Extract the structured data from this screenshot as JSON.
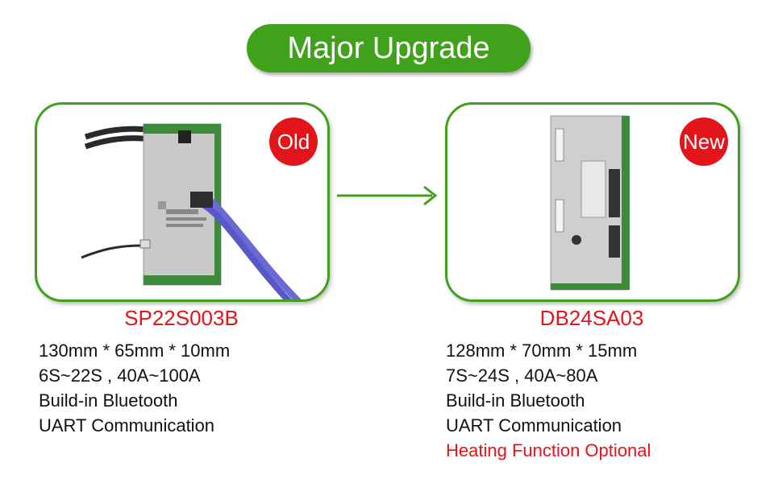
{
  "banner": {
    "label": "Major Upgrade"
  },
  "colors": {
    "green": "#3fa21a",
    "red": "#e3141a"
  },
  "old": {
    "badge": "Old",
    "model": "SP22S003B",
    "specs": [
      "130mm * 65mm * 10mm",
      "6S~22S , 40A~100A",
      "Build-in Bluetooth",
      "UART Communication"
    ]
  },
  "new": {
    "badge": "New",
    "model": "DB24SA03",
    "specs": [
      "128mm * 70mm * 15mm",
      "7S~24S , 40A~80A",
      "Build-in Bluetooth",
      "UART Communication"
    ],
    "highlight": "Heating Function Optional"
  },
  "icons": {
    "arrow": "right-arrow-icon"
  }
}
